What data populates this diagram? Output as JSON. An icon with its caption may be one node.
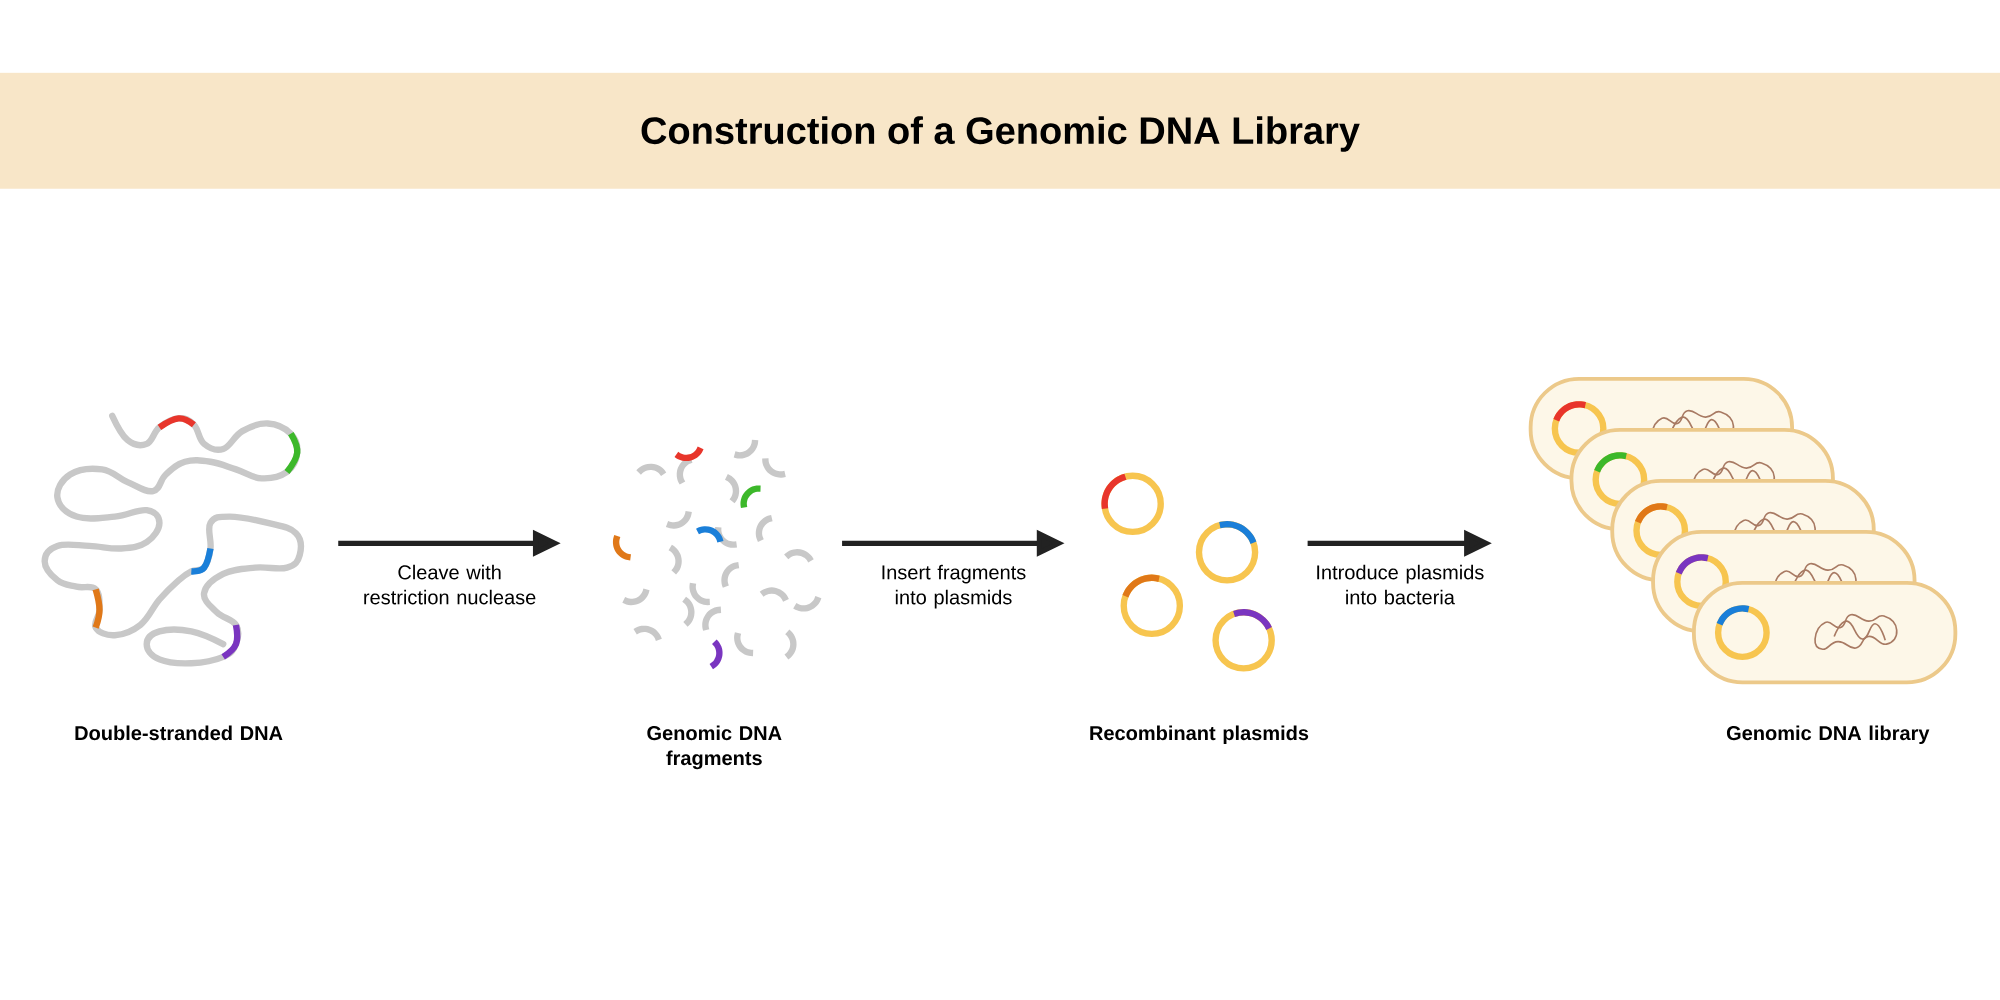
{
  "diagram": {
    "title": "Construction of a Genomic DNA Library",
    "nodes": [
      {
        "text": [],
        "shape": "picture",
        "beside": [
          "Double-stranded DNA"
        ]
      },
      {
        "text": [],
        "shape": "picture",
        "beside": [
          "Genomic DNA fragments"
        ]
      },
      {
        "text": [],
        "shape": "picture",
        "beside": [
          "Recombinant plasmids"
        ]
      },
      {
        "text": [],
        "shape": "picture",
        "beside": [
          "Genomic DNA library"
        ]
      }
    ],
    "edges": [
      {
        "from": 0,
        "to": 1,
        "arrow": "to",
        "label": "Cleave with restriction nuclease"
      },
      {
        "from": 1,
        "to": 2,
        "arrow": "to",
        "label": "Insert fragments into plasmids"
      },
      {
        "from": 2,
        "to": 3,
        "arrow": "to",
        "label": "Introduce plasmids into bacteria"
      }
    ]
  }
}
